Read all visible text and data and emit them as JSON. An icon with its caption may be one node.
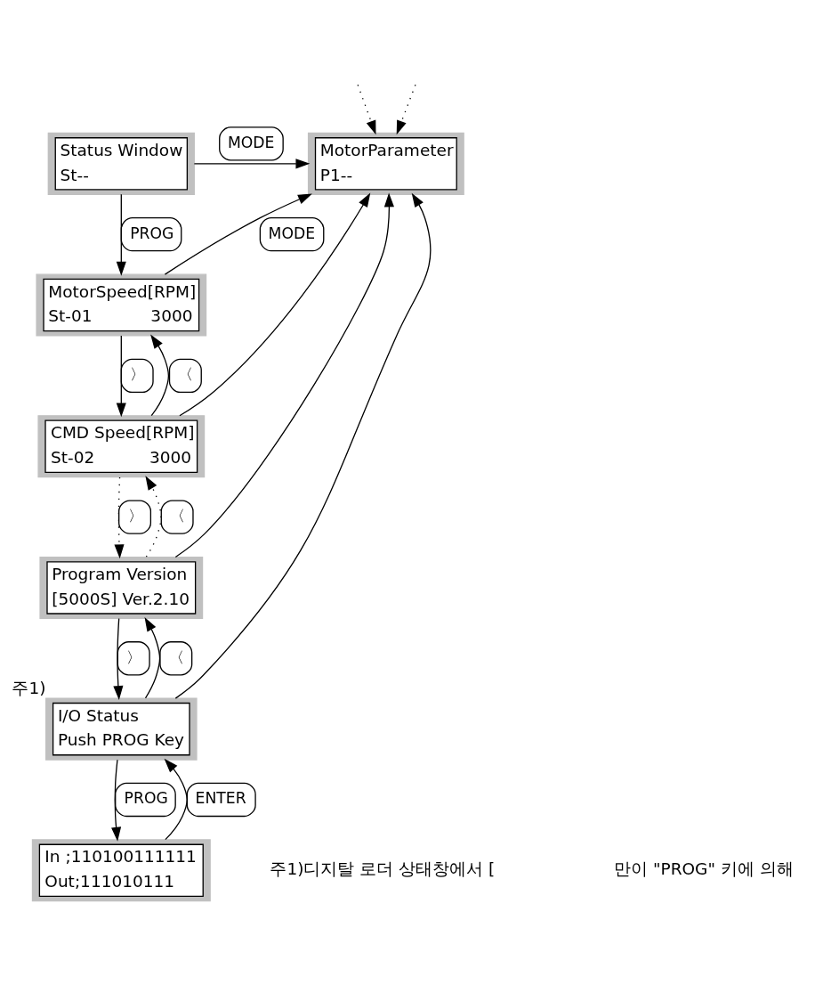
{
  "diagram": {
    "nodes": [
      {
        "text": [
          "Status Window",
          "St--"
        ]
      },
      {
        "text": [
          "MotorParameter",
          "P1--"
        ]
      },
      {
        "text": [
          "MotorSpeed[RPM]",
          "St-01",
          "3000"
        ]
      },
      {
        "text": [
          "CMD Speed[RPM]",
          "St-02",
          "3000"
        ]
      },
      {
        "text": [
          "Program Version",
          "[5000S] Ver.2.10"
        ]
      },
      {
        "text": [
          "I/O Status",
          "Push PROG Key"
        ],
        "beside": [
          "주1)"
        ]
      },
      {
        "text": [
          "In ;110100111111",
          "Out;111010111"
        ]
      }
    ],
    "edges": [
      {
        "from": 0,
        "to": 1,
        "arrow": "to",
        "label": "MODE"
      },
      {
        "from": 0,
        "to": 2,
        "arrow": "to",
        "label": "PROG"
      },
      {
        "from": 2,
        "to": 3,
        "arrow": "to",
        "label": "〉"
      },
      {
        "from": 3,
        "to": 2,
        "arrow": "to",
        "label": "〈"
      },
      {
        "from": 3,
        "to": 4,
        "arrow": "to",
        "label": "〉",
        "style": "dashed"
      },
      {
        "from": 4,
        "to": 3,
        "arrow": "to",
        "label": "〈",
        "style": "dashed"
      },
      {
        "from": 4,
        "to": 5,
        "arrow": "to",
        "label": "〉"
      },
      {
        "from": 5,
        "to": 4,
        "arrow": "to",
        "label": "〈"
      },
      {
        "from": 2,
        "to": 1,
        "arrow": "to",
        "label": "MODE"
      },
      {
        "from": 3,
        "to": 1,
        "arrow": "to"
      },
      {
        "from": null,
        "to": 1,
        "arrow": "to",
        "style": "dashed"
      },
      {
        "from": null,
        "to": 1,
        "arrow": "to",
        "style": "dashed"
      },
      {
        "from": 4,
        "to": 1,
        "arrow": "to"
      },
      {
        "from": 5,
        "to": 1,
        "arrow": "to"
      },
      {
        "from": 5,
        "to": 6,
        "arrow": "to",
        "label": "PROG"
      },
      {
        "from": 6,
        "to": 5,
        "arrow": "to",
        "label": "ENTER"
      }
    ],
    "labels": [
      "주1)디지탈 로더 상태창에서 [",
      "만이 \"PROG\" 키에 의해"
    ]
  }
}
